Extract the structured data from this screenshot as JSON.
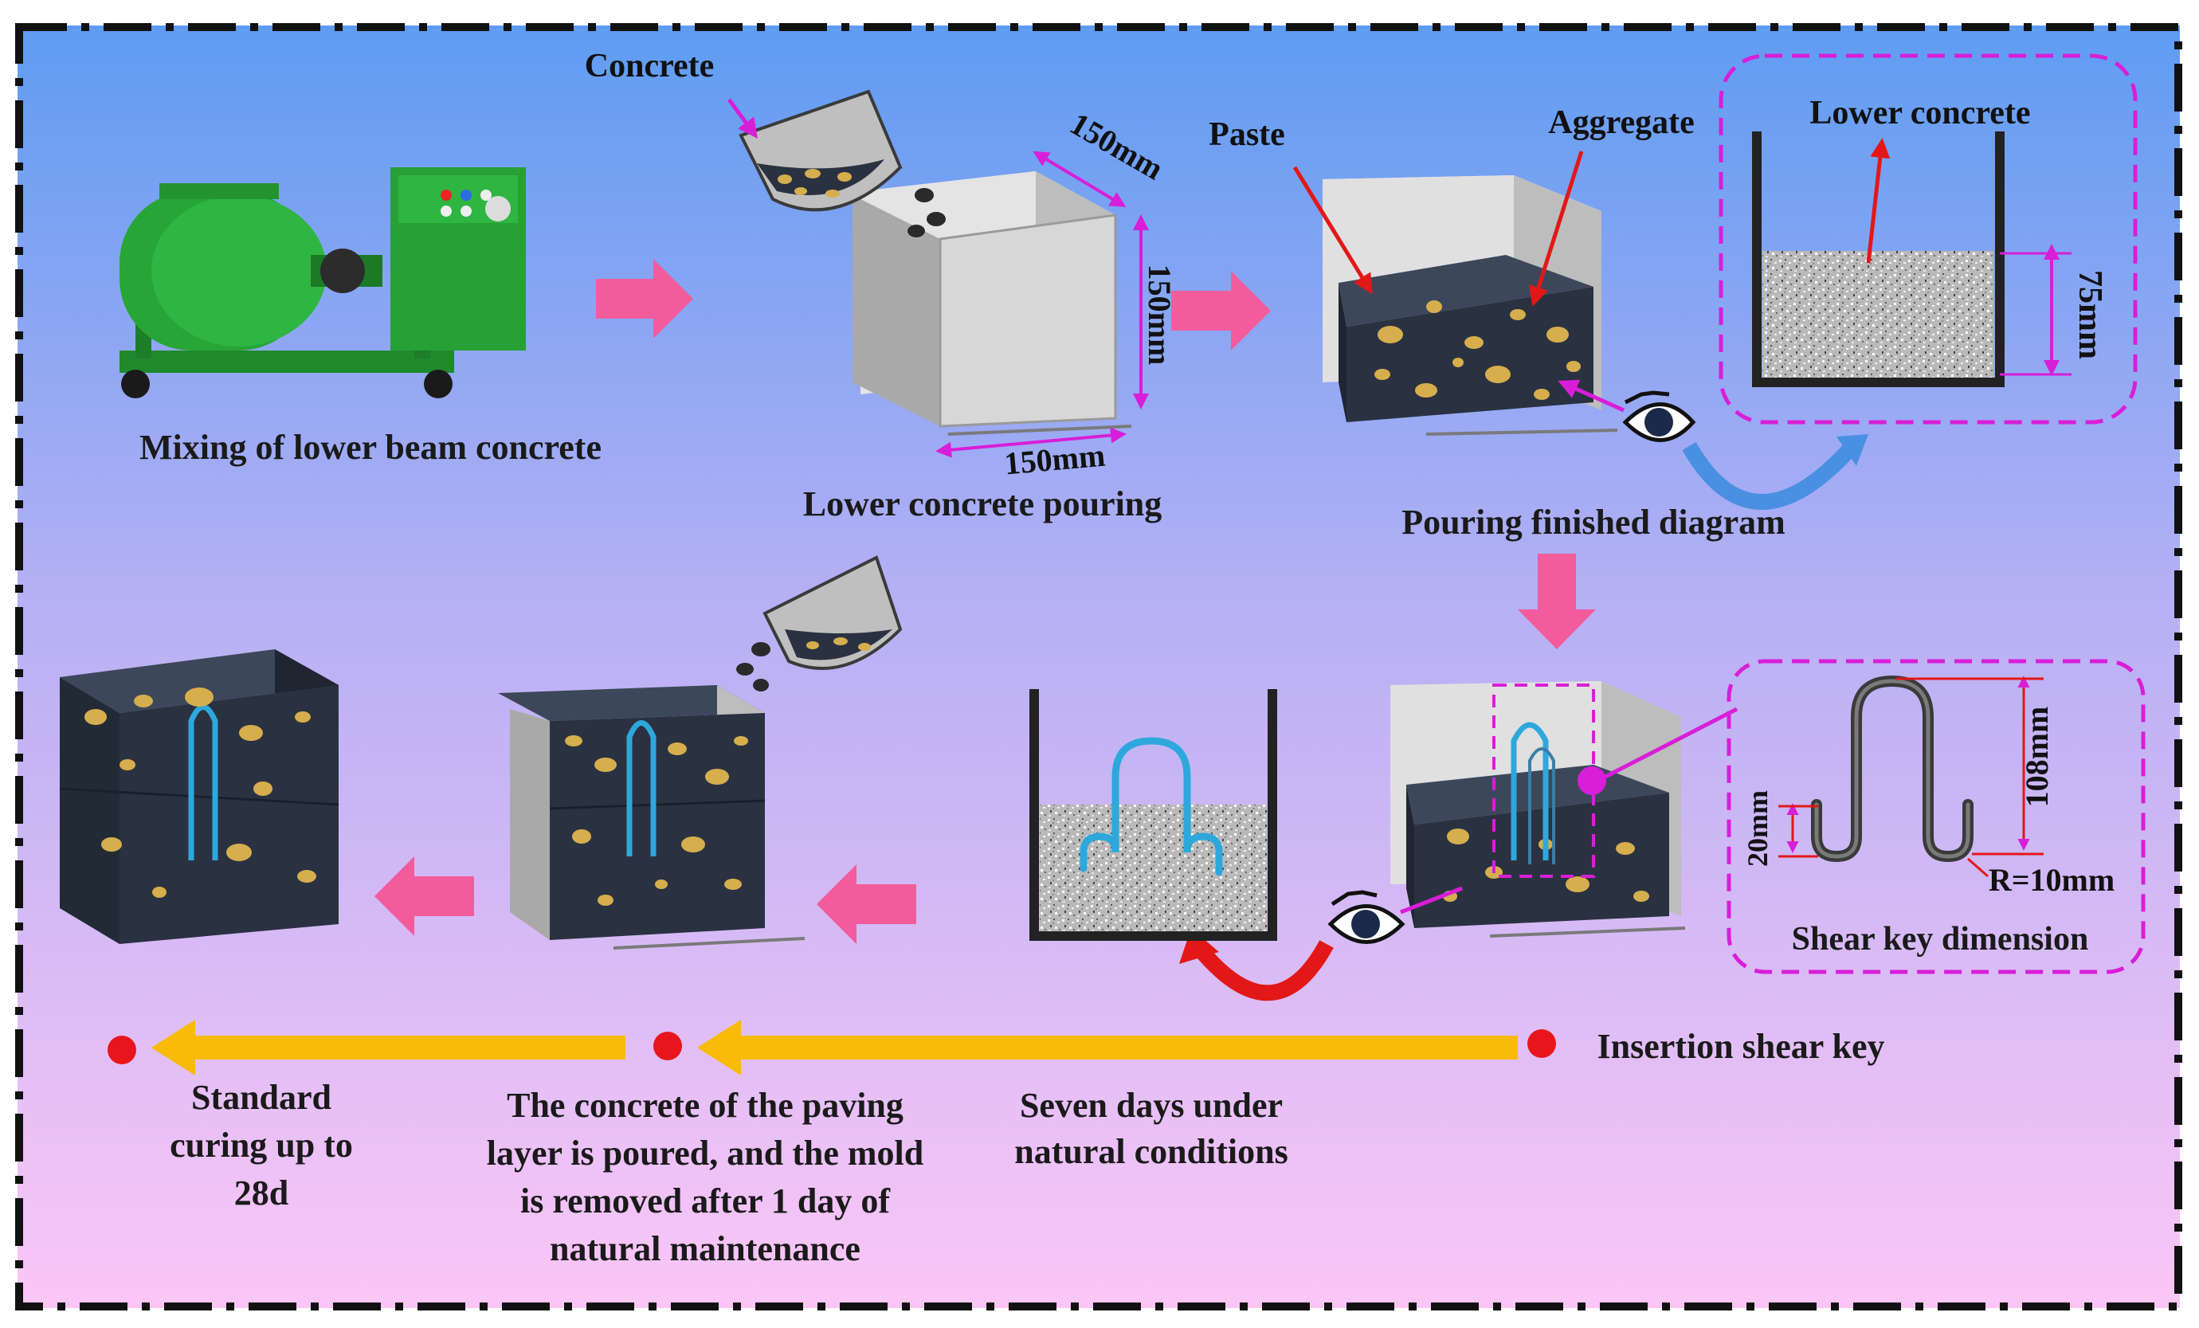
{
  "labels": {
    "concrete": "Concrete",
    "mixing": "Mixing of lower beam concrete",
    "lower_pouring": "Lower concrete pouring",
    "paste": "Paste",
    "aggregate": "Aggregate",
    "lower_concrete": "Lower concrete",
    "pouring_finished": "Pouring finished diagram",
    "shear_key_dimension": "Shear key dimension",
    "insertion_shear_key": "Insertion shear key",
    "seven_days": [
      "Seven days under",
      "natural conditions"
    ],
    "paving_layer": [
      "The concrete of the paving",
      "layer is poured, and the mold",
      "is removed after 1 day of",
      "natural maintenance"
    ],
    "standard_curing": [
      "Standard",
      "curing up to",
      "28d"
    ]
  },
  "dims": {
    "mold_top": "150mm",
    "mold_side": "150mm",
    "mold_bottom": "150mm",
    "lower_height": "75mm",
    "key_height": "108mm",
    "key_hook": "20mm",
    "key_radius": "R=10mm"
  },
  "colors": {
    "bg_top": "#5e9cf2",
    "bg_bottom": "#fbc6f6",
    "concrete": "#2a3241",
    "aggregate": "#d6ae4e",
    "magenta": "#d81ed8",
    "pink_arrow": "#f25c9c",
    "timeline": "#f8bb0a",
    "dot": "#e8161c",
    "red_arrow": "#e21818",
    "shear_key": "#2ea8dc"
  }
}
